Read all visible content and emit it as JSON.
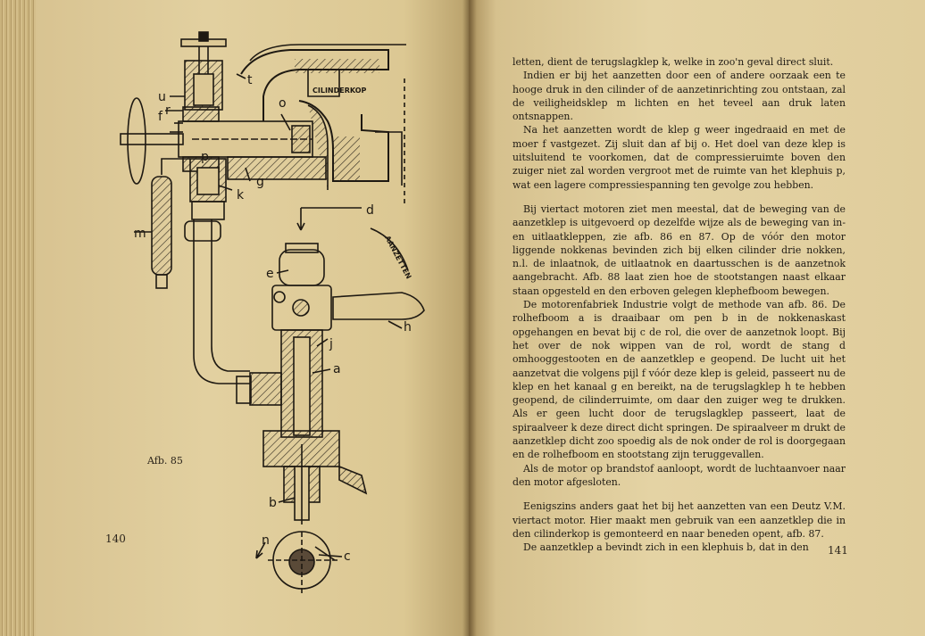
{
  "left_page": {
    "page_number": "140",
    "figure_caption": "Afb. 85",
    "figure_labels": {
      "cilinderkop": "CILINDERKOP",
      "aanzetten": "AANZETTEN",
      "u": "u",
      "r": "r",
      "f": "f",
      "t": "t",
      "o": "o",
      "p": "p",
      "k": "k",
      "g": "g",
      "m": "m",
      "d": "d",
      "e": "e",
      "h": "h",
      "j": "j",
      "a": "a",
      "b": "b",
      "n": "n",
      "c": "c"
    }
  },
  "right_page": {
    "page_number": "141",
    "paragraphs": [
      "letten, dient de terugslagklep k, welke in zoo'n geval direct sluit.",
      "Indien er bij het aanzetten door een of andere oorzaak een te hooge druk in den cilinder of de aanzetinrichting zou ontstaan, zal de veiligheidsklep m lichten en het teveel aan druk laten ontsnappen.",
      "Na het aanzetten wordt de klep g weer ingedraaid en met de moer f vastgezet. Zij sluit dan af bij o. Het doel van deze klep is uitsluitend te voorkomen, dat de compressieruimte boven den zuiger niet zal worden vergroot met de ruimte van het klephuis p, wat een lagere compressiespanning ten gevolge zou hebben.",
      "Bij viertact motoren ziet men meestal, dat de beweging van de aanzetklep is uitgevoerd op dezelfde wijze als de beweging van in- en uitlaatkleppen, zie afb. 86 en 87. Op de vóór den motor liggende nokkenas bevinden zich bij elken cilinder drie nokken, n.l. de inlaatnok, de uitlaatnok en daartusschen is de aanzetnok aangebracht. Afb. 88 laat zien hoe de stootstangen naast elkaar staan opgesteld en den erboven gelegen klephefboom bewegen.",
      "De motorenfabriek Industrie volgt de methode van afb. 86. De rolhefboom a is draaibaar om pen b in de nokkenaskast opgehangen en bevat bij c de rol, die over de aanzetnok loopt. Bij het over de nok wippen van de rol, wordt de stang d omhooggestooten en de aanzetklep e geopend. De lucht uit het aanzetvat die volgens pijl f vóór deze klep is geleid, passeert nu de klep en het kanaal g en bereikt, na de terugslagklep h te hebben geopend, de cilinderruimte, om daar den zuiger weg te drukken. Als er geen lucht door de terugslagklep passeert, laat de spiraalveer k deze direct dicht springen. De spiraalveer m drukt de aanzetklep dicht zoo spoedig als de nok onder de rol is doorgegaan en de rolhefboom en stootstang zijn teruggevallen.",
      "Als de motor op brandstof aanloopt, wordt de luchtaanvoer naar den motor afgesloten.",
      "Eenigszins anders gaat het bij het aanzetten van een Deutz V.M. viertact motor. Hier maakt men gebruik van een aanzetklep die in den cilinderkop is gemonteerd en naar beneden opent, afb. 87.",
      "De aanzetklep a bevindt zich in een klephuis b, dat in den"
    ]
  },
  "colors": {
    "paper": "#ddc996",
    "ink": "#1f1a13",
    "background": "#3b3023"
  }
}
